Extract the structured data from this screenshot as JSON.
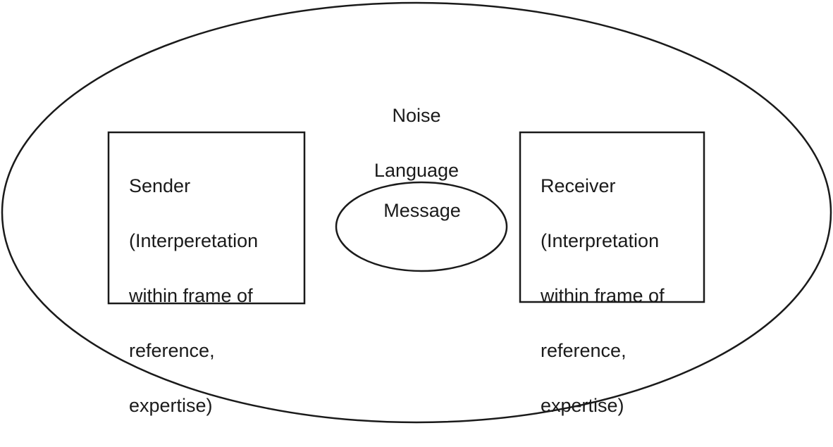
{
  "environment": {
    "noise_label": "Noise",
    "language_label": "Language"
  },
  "message": {
    "label": "Message"
  },
  "sender": {
    "lines": [
      "Sender",
      "(Interperetation",
      "within frame of",
      "reference,",
      "expertise)"
    ]
  },
  "receiver": {
    "lines": [
      "Receiver",
      "(Interpretation",
      "within frame of",
      "reference,",
      "expertise)"
    ]
  },
  "colors": {
    "stroke": "#1a1a1a",
    "background": "#ffffff"
  }
}
